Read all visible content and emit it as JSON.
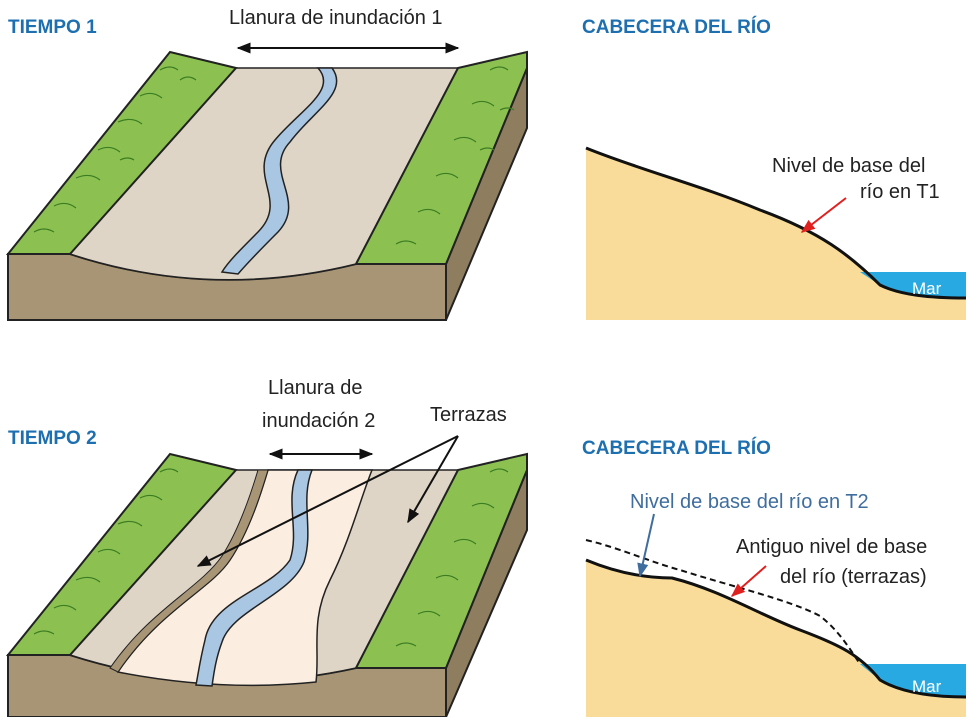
{
  "colors": {
    "title": "#1d6fb0",
    "grass": "#8cc152",
    "grass_dark": "#4a8a2a",
    "soil_side": "#a89576",
    "floodplain": "#dfd5c6",
    "channel_fill": "#c98d5b",
    "river": "#a9c7e3",
    "new_floodplain": "#fbeee0",
    "sand": "#f9dc9a",
    "sea": "#29a9e1",
    "arrow_red": "#e01f1f"
  },
  "tiempo1": {
    "title": "TIEMPO 1",
    "floodplain_label": "Llanura de inundación 1"
  },
  "tiempo2": {
    "title": "TIEMPO 2",
    "floodplain_label_line1": "Llanura de",
    "floodplain_label_line2": "inundación 2",
    "terraces_label": "Terrazas"
  },
  "profile1": {
    "title": "CABECERA DEL RÍO",
    "base_label_line1": "Nivel de base del",
    "base_label_line2": "río en T1",
    "sea_label": "Mar"
  },
  "profile2": {
    "title": "CABECERA DEL RÍO",
    "new_base_label": "Nivel de base del río en T2",
    "old_base_label_line1": "Antiguo nivel de base",
    "old_base_label_line2": "del río (terrazas)",
    "sea_label": "Mar"
  }
}
